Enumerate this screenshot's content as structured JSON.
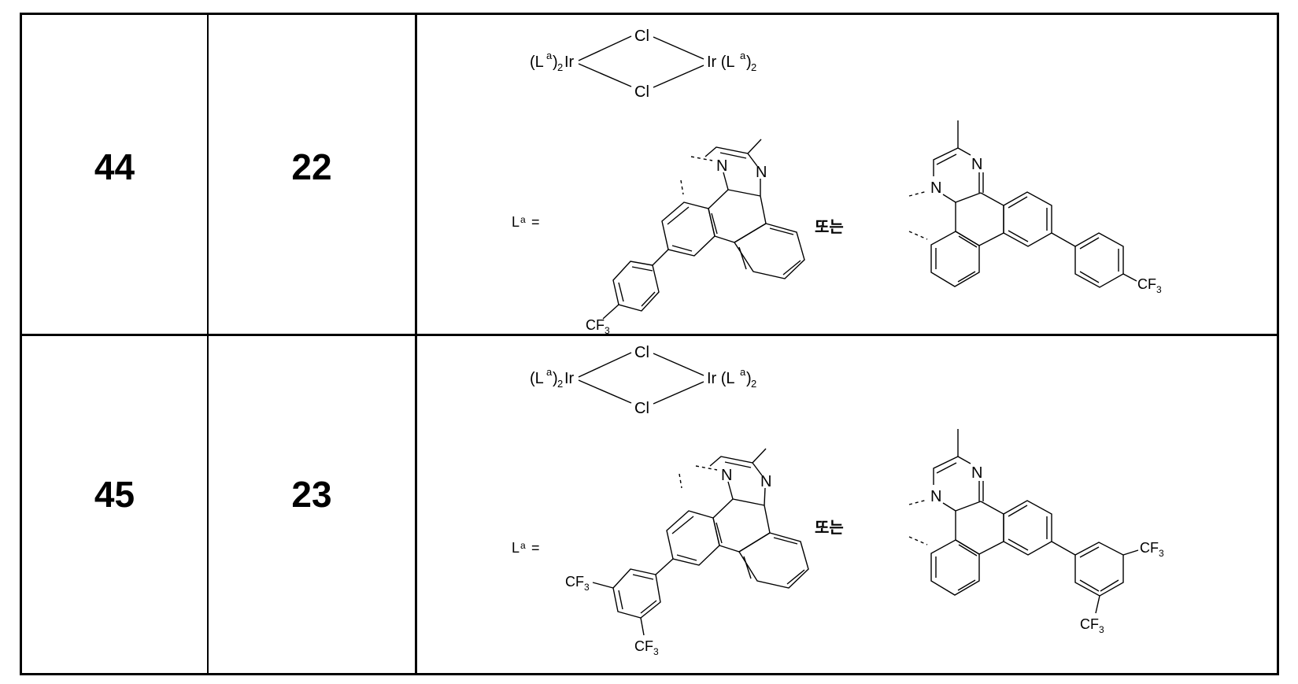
{
  "table": {
    "rows": [
      {
        "col1": "44",
        "col2": "22",
        "structure": {
          "dimer": {
            "left": "(La)2Ir",
            "bridge_top": "Cl",
            "bridge_bottom": "Cl",
            "right": "Ir (La)2"
          },
          "ligand_label": "La =",
          "connector": "또는",
          "substituent": "4-CF3-phenyl",
          "cf3_label_left": "CF3",
          "cf3_label_right": "CF3"
        }
      },
      {
        "col1": "45",
        "col2": "23",
        "structure": {
          "dimer": {
            "left": "(La)2Ir",
            "bridge_top": "Cl",
            "bridge_bottom": "Cl",
            "right": "Ir (La)2"
          },
          "ligand_label": "La =",
          "connector": "또는",
          "substituent": "3,5-bis(CF3)-phenyl",
          "cf3_labels": [
            "CF3",
            "CF3",
            "CF3",
            "CF3"
          ]
        }
      }
    ]
  },
  "labels": {
    "Cl": "Cl",
    "Ir": "Ir",
    "L": "L",
    "a": "a",
    "sub2": "2",
    "N": "N",
    "CF": "CF",
    "sub3": "3",
    "eq": "=",
    "or": "또는",
    "row1_col1": "44",
    "row1_col2": "22",
    "row2_col1": "45",
    "row2_col2": "23"
  }
}
